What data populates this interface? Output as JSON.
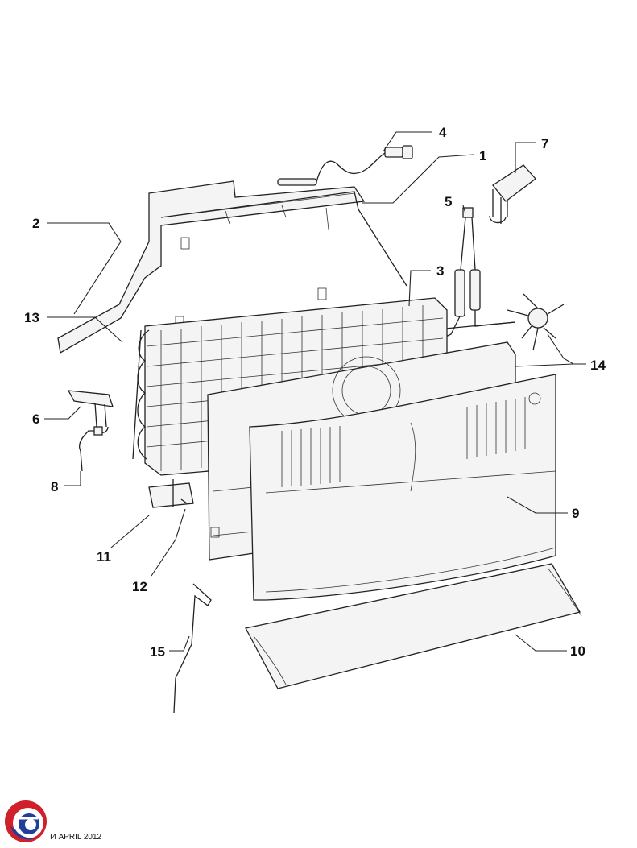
{
  "labels": {
    "p1": "1",
    "p2": "2",
    "p3": "3",
    "p4": "4",
    "p5": "5",
    "p6": "6",
    "p7": "7",
    "p8": "8",
    "p9": "9",
    "p10": "10",
    "p11": "11",
    "p12": "12",
    "p13": "13",
    "p14": "14",
    "p15": "15"
  },
  "footer": {
    "date": "I4  APRIL 2012"
  },
  "colors": {
    "logo_red": "#d0202a",
    "logo_blue": "#1f3f9a",
    "line": "#222222"
  }
}
